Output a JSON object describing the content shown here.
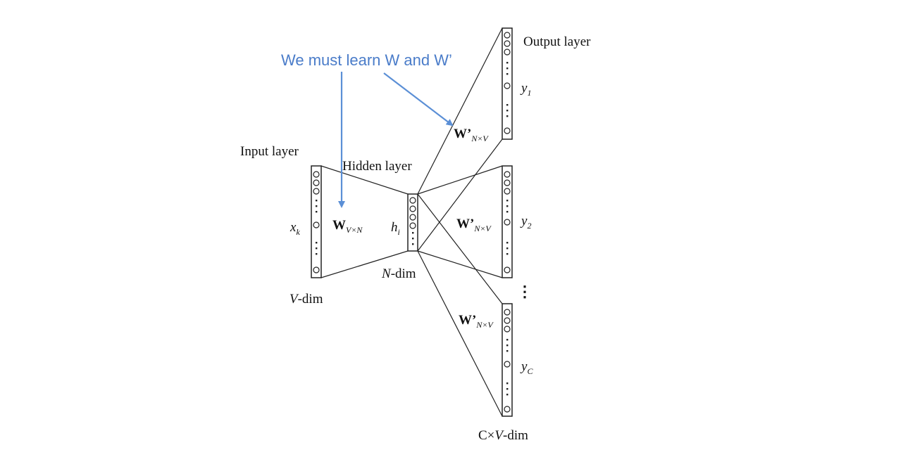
{
  "annotation": {
    "text": "We must learn W and W’",
    "color": "#4a7cc9"
  },
  "labels": {
    "input_layer": "Input layer",
    "hidden_layer": "Hidden layer",
    "output_layer": "Output layer",
    "v_dim_var": "V",
    "v_dim_suffix": "-dim",
    "n_dim_var": "N",
    "n_dim_suffix": "-dim",
    "cv_dim_prefix": "C×",
    "cv_dim_var": "V",
    "cv_dim_suffix": "-dim",
    "xk_main": "x",
    "xk_sub": "k",
    "hi_main": "h",
    "hi_sub": "i",
    "w_main": "W",
    "w_sub": "V×N",
    "wp_main": "W’",
    "wp_sub": "N×V",
    "y1_main": "y",
    "y1_sub": "1",
    "y2_main": "y",
    "y2_sub": "2",
    "yc_main": "y",
    "yc_sub": "C",
    "vdots": "⋮"
  },
  "colors": {
    "line": "#222222",
    "arrow": "#5b8fd6",
    "text": "#111111"
  }
}
